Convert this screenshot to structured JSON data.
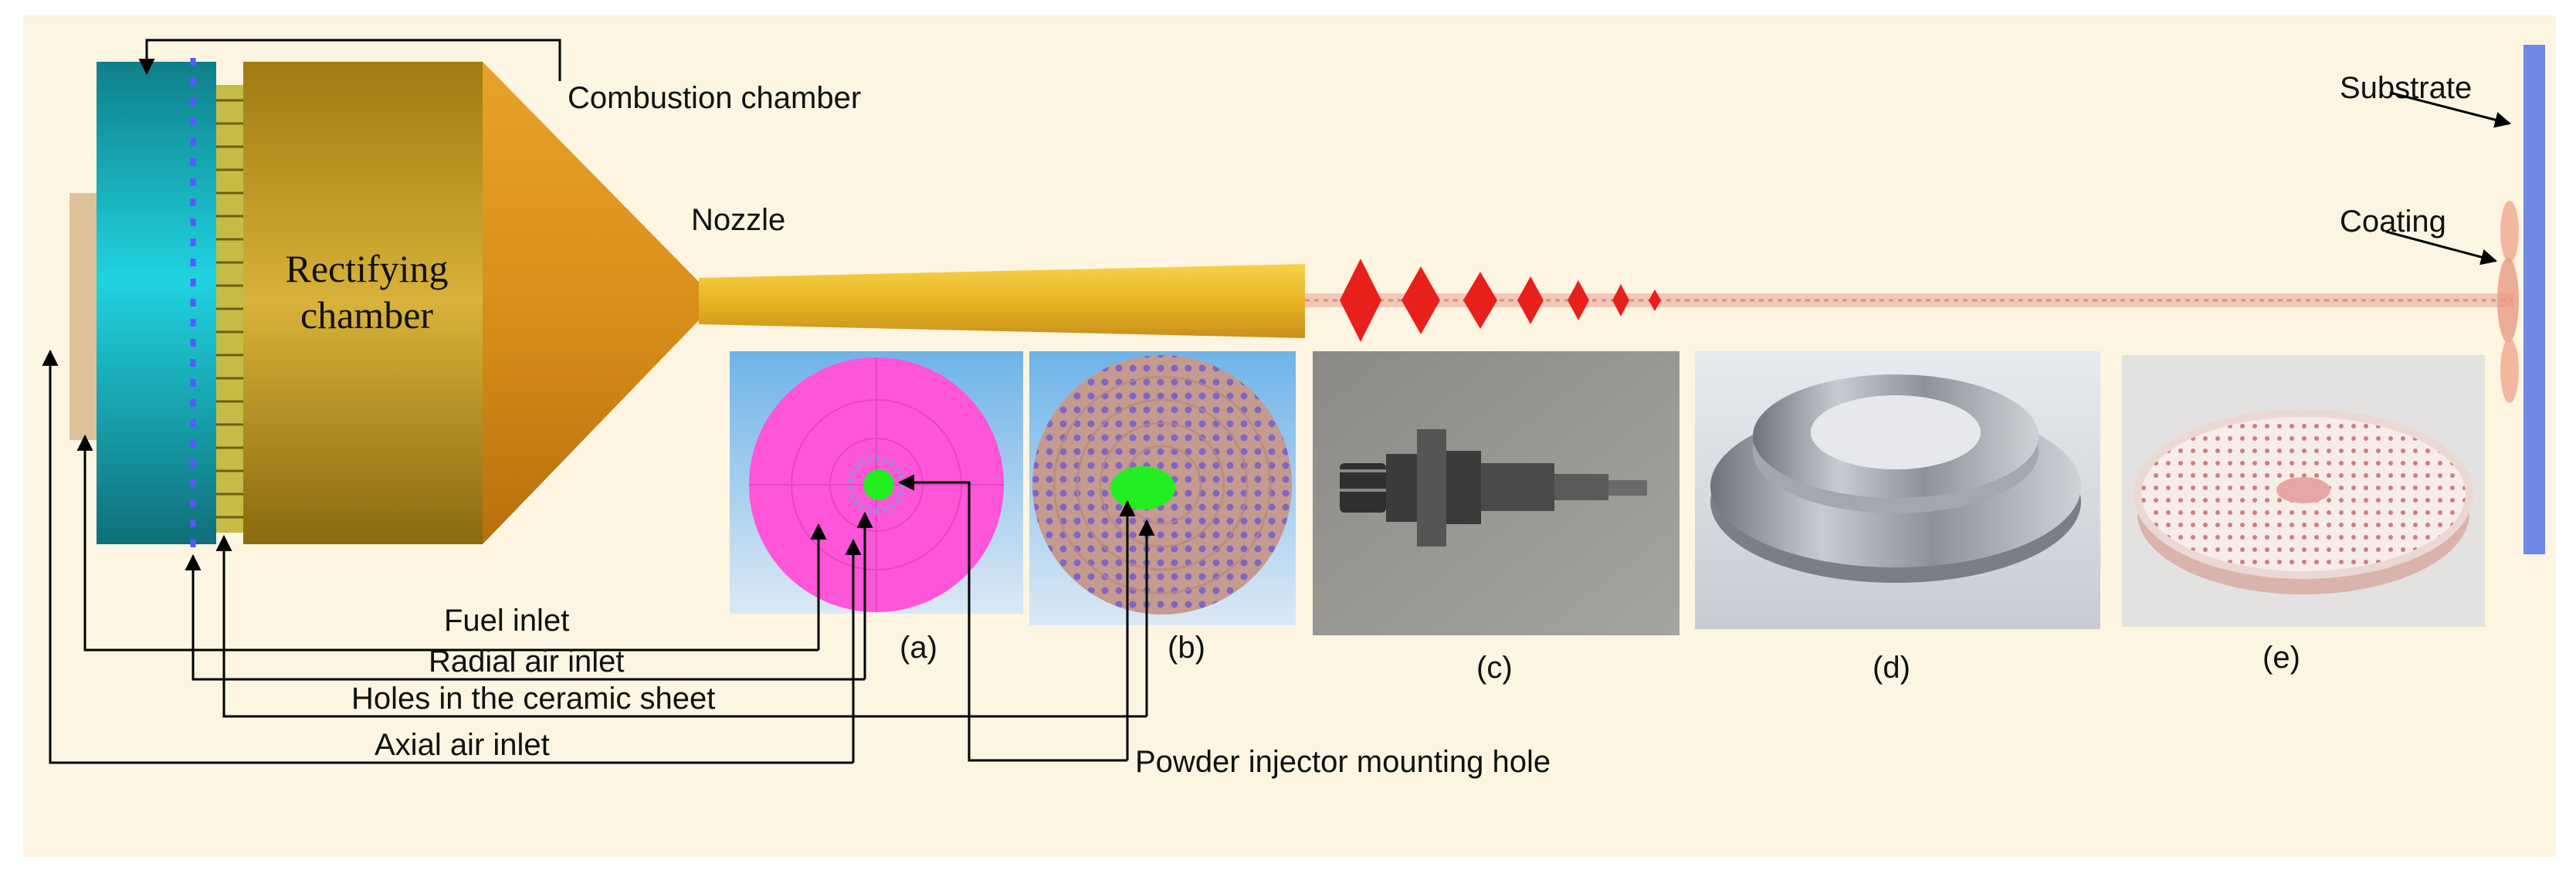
{
  "labels": {
    "combustion_chamber": "Combustion chamber",
    "rectifying_line1": "Rectifying",
    "rectifying_line2": "chamber",
    "nozzle": "Nozzle",
    "substrate": "Substrate",
    "coating": "Coating",
    "fuel_inlet": "Fuel inlet",
    "radial_air_inlet": "Radial air inlet",
    "holes_ceramic": "Holes in the ceramic sheet",
    "axial_air_inlet": "Axial air inlet",
    "powder_injector": "Powder injector mounting hole"
  },
  "panels": [
    {
      "id": "a",
      "caption": "(a)"
    },
    {
      "id": "b",
      "caption": "(b)"
    },
    {
      "id": "c",
      "caption": "(c)"
    },
    {
      "id": "d",
      "caption": "(d)"
    },
    {
      "id": "e",
      "caption": "(e)"
    }
  ],
  "colors": {
    "background": "#fdf5e1",
    "chamber_gold": "#c9a024",
    "nozzle_orange": "#e39a1e",
    "barrel_yellow": "#f0c030",
    "inlet_teal": "#17b6c3",
    "panel_magenta": "#ff55d8",
    "injector_green": "#22ee22",
    "jet_red": "#e8201c",
    "substrate_blue": "#6f87e6"
  }
}
